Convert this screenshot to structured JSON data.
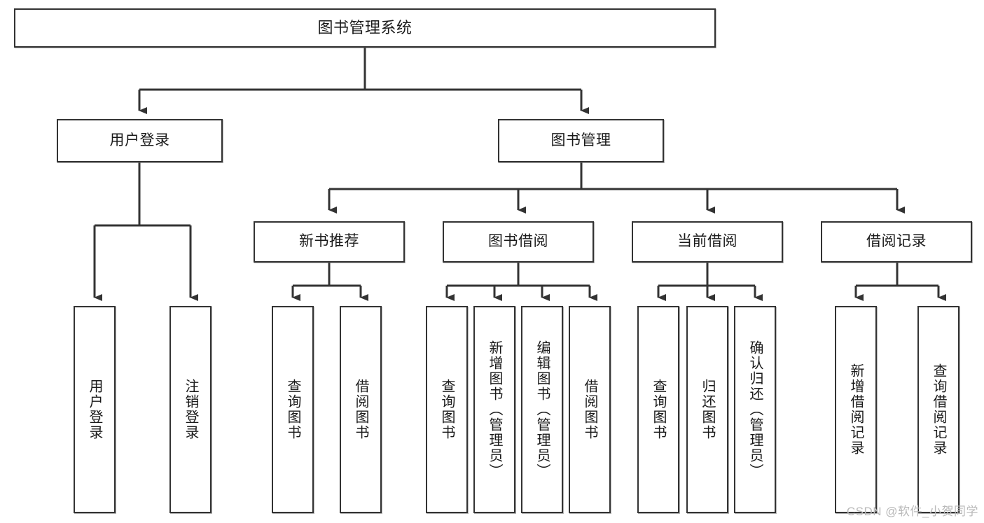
{
  "diagram": {
    "title": "图书管理系统",
    "type": "tree-hierarchy-diagram",
    "colors": {
      "box_border": "#333333",
      "box_fill": "#ffffff",
      "connector": "#333333",
      "watermark": "#b9b9b9",
      "background": "#ffffff"
    },
    "levels": {
      "root": {
        "label": "图书管理系统"
      },
      "level2": [
        {
          "id": "user-login",
          "label": "用户登录"
        },
        {
          "id": "book-management",
          "label": "图书管理"
        }
      ],
      "level3": [
        {
          "id": "new-book-recommend",
          "label": "新书推荐"
        },
        {
          "id": "book-borrow",
          "label": "图书借阅"
        },
        {
          "id": "current-borrow",
          "label": "当前借阅"
        },
        {
          "id": "borrow-record",
          "label": "借阅记录"
        }
      ],
      "leaves": [
        {
          "id": "leaf-user-login",
          "label": "用户登录",
          "parent": "user-login"
        },
        {
          "id": "leaf-logout-login",
          "label": "注销登录",
          "parent": "user-login"
        },
        {
          "id": "leaf-query-book-1",
          "label": "查询图书",
          "parent": "new-book-recommend"
        },
        {
          "id": "leaf-borrow-book-1",
          "label": "借阅图书",
          "parent": "new-book-recommend"
        },
        {
          "id": "leaf-query-book-2",
          "label": "查询图书",
          "parent": "book-borrow"
        },
        {
          "id": "leaf-add-book",
          "label": "新增图书（管理员）",
          "parent": "book-borrow"
        },
        {
          "id": "leaf-edit-book",
          "label": "编辑图书（管理员）",
          "parent": "book-borrow"
        },
        {
          "id": "leaf-borrow-book-2",
          "label": "借阅图书",
          "parent": "book-borrow"
        },
        {
          "id": "leaf-query-book-3",
          "label": "查询图书",
          "parent": "current-borrow"
        },
        {
          "id": "leaf-return-book",
          "label": "归还图书",
          "parent": "current-borrow"
        },
        {
          "id": "leaf-confirm-return",
          "label": "确认归还（管理员）",
          "parent": "current-borrow"
        },
        {
          "id": "leaf-add-record",
          "label": "新增借阅记录",
          "parent": "borrow-record"
        },
        {
          "id": "leaf-query-record",
          "label": "查询借阅记录",
          "parent": "borrow-record"
        }
      ]
    },
    "watermark": "CSDN @软件_小贺同学"
  }
}
